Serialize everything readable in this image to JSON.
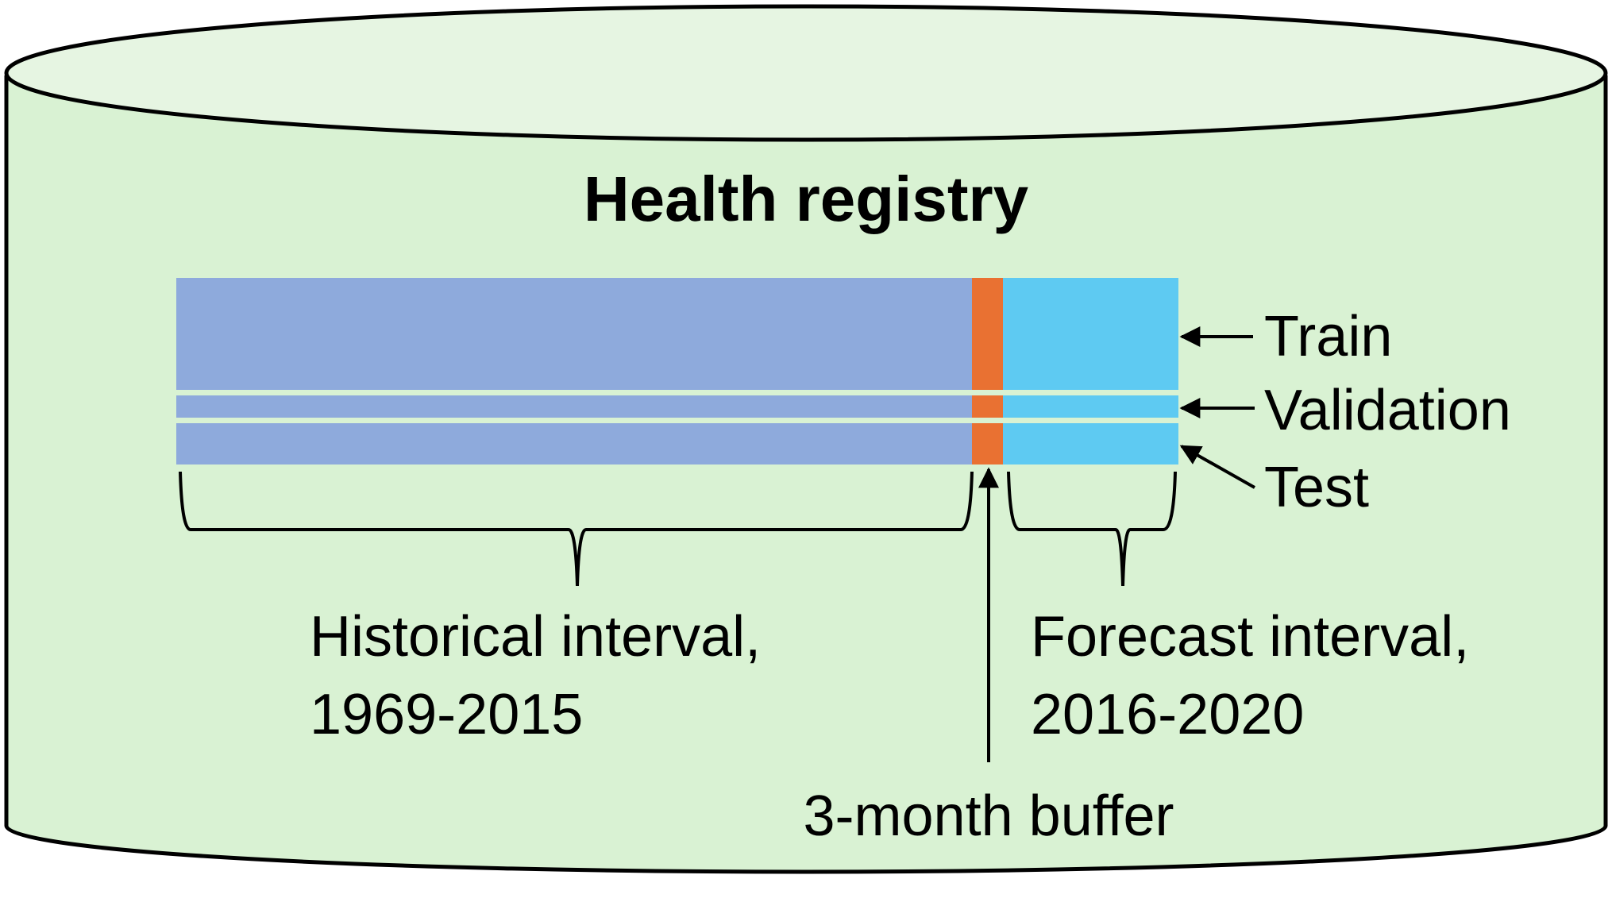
{
  "title": "Health registry",
  "colors": {
    "cylinder_body": "#d9f2d3",
    "cylinder_top": "#e6f5e2",
    "historical": "#8eaadc",
    "buffer": "#e97132",
    "forecast": "#5ecaf2",
    "separator": "#d9f2d3",
    "outline": "#000000"
  },
  "splits": [
    {
      "label": "Train"
    },
    {
      "label": "Validation"
    },
    {
      "label": "Test"
    }
  ],
  "historical": {
    "line1": "Historical interval,",
    "line2": "1969-2015"
  },
  "forecast": {
    "line1": "Forecast interval,",
    "line2": "2016-2020"
  },
  "buffer": {
    "label": "3-month buffer"
  }
}
